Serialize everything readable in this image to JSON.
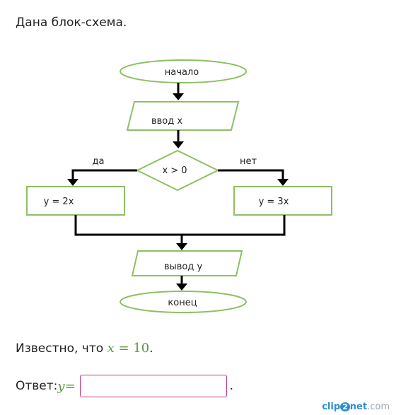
{
  "intro_text": "Дана блок-схема.",
  "flowchart": {
    "start": "начало",
    "input": "ввод х",
    "condition": "х > 0",
    "yes_label": "да",
    "no_label": "нет",
    "yes_branch": "у = 2х",
    "no_branch": "у = 3х",
    "output": "вывод у",
    "end": "конец",
    "shape_stroke": "#8dc063",
    "arrow_color": "#000000"
  },
  "known": {
    "prefix": "Известно, что ",
    "var": "x",
    "eq": " = ",
    "value": "10",
    "suffix": "."
  },
  "answer": {
    "label": "Ответ: ",
    "var": "y",
    "eq": " =",
    "value": "",
    "suffix": "."
  },
  "watermark": {
    "part1": "clip",
    "part2": "2",
    "part3": "net",
    "part4": ".com"
  }
}
